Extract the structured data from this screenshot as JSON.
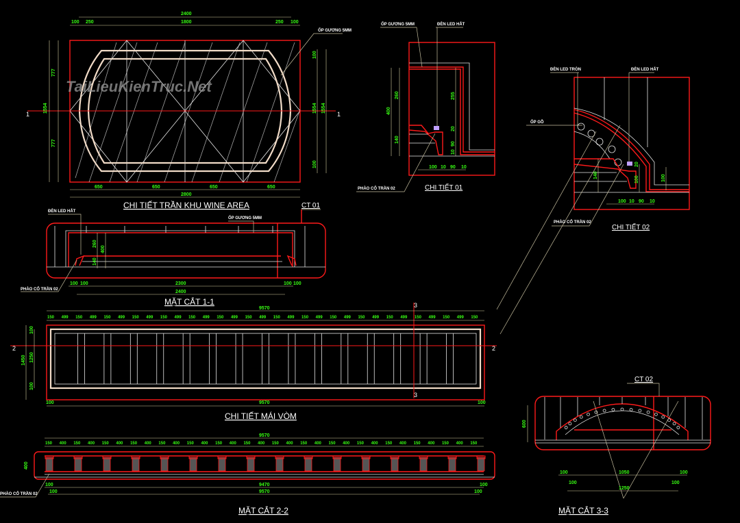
{
  "watermark": "TaiLieuKienTruc.Net",
  "colors": {
    "background": "#000000",
    "outline": "#ff1a1a",
    "dimension_text": "#39ff14",
    "lines": "#e8e8e8"
  },
  "plan": {
    "title": "CHI TIẾT TRẦN KHU WINE AREA",
    "mirror_label": "ỐP GƯƠNG 5MM",
    "dim_total_top": "2400",
    "dims_top": [
      "100",
      "250",
      "1800",
      "250",
      "100"
    ],
    "dims_bottom": [
      "650",
      "650",
      "650",
      "650"
    ],
    "dim_total_bottom": "2800",
    "dims_left": [
      "777",
      "777"
    ],
    "dim_left_total": "1554",
    "dims_right": [
      "100",
      "1554",
      "100"
    ],
    "dim_right_total": "1554",
    "section_marker": "1"
  },
  "detail01": {
    "title": "CHI TIẾT 01",
    "labels": {
      "mirror": "ỐP GƯƠNG 5MM",
      "led": "ĐÈN LED HẮT",
      "cornice": "PHÀO CỔ TRẦN 02"
    },
    "dims_vertical": [
      "400",
      "260",
      "140",
      "255",
      "20",
      "90",
      "10"
    ],
    "dims_bottom": [
      "100",
      "10",
      "90",
      "10"
    ]
  },
  "detail02": {
    "title": "CHI TIẾT 02",
    "labels": {
      "round_led": "ĐÈN LED TRÒN",
      "led": "ĐÈN LED HẮT",
      "wood": "ỐP GỖ",
      "cornice": "PHÀO CỔ TRẦN 02"
    },
    "dims_vertical": [
      "140",
      "20",
      "100",
      "100"
    ],
    "dims_bottom": [
      "100",
      "10",
      "90",
      "10"
    ]
  },
  "section11": {
    "title": "MẶT CẮT 1-1",
    "callout": "CT 01",
    "labels": {
      "led": "ĐÈN LED HẮT",
      "mirror": "ỐP GƯƠNG 5MM",
      "cornice": "PHÀO CỔ TRẦN 02"
    },
    "dims_vertical": [
      "260",
      "400",
      "140"
    ],
    "dims_row1": [
      "100",
      "100",
      "2300",
      "100",
      "100"
    ],
    "dim_total": "2400"
  },
  "vault": {
    "title": "CHI TIẾT MÁI VÒM",
    "dim_total_top": "9570",
    "dims_top": [
      "150",
      "499",
      "150",
      "499",
      "150",
      "499",
      "150",
      "499",
      "150",
      "499",
      "150",
      "499",
      "150",
      "499",
      "150",
      "499",
      "150",
      "499",
      "150",
      "499",
      "150",
      "499",
      "150",
      "499",
      "150",
      "499",
      "150",
      "499",
      "150",
      "499",
      "150"
    ],
    "dims_left": [
      "100",
      "1250",
      "100"
    ],
    "dim_left_total": "1450",
    "dims_bottom": [
      "100",
      "9570",
      "100"
    ],
    "marker_2": "2",
    "marker_3": "3"
  },
  "section22": {
    "title": "MẶT CẮT 2-2",
    "dim_total_top": "9570",
    "dims_top": [
      "150",
      "400",
      "150",
      "400",
      "150",
      "400",
      "150",
      "400",
      "150",
      "400",
      "150",
      "400",
      "150",
      "400",
      "150",
      "400",
      "150",
      "400",
      "150",
      "400",
      "150",
      "400",
      "150",
      "400",
      "150",
      "400",
      "150",
      "400",
      "150",
      "400",
      "150"
    ],
    "dim_left": "400",
    "dims_bottom1": [
      "100",
      "9470",
      "100"
    ],
    "dims_bottom2": [
      "100",
      "9570",
      "100"
    ],
    "cornice_label": "PHÀO CỔ TRẦN 02"
  },
  "section33": {
    "title": "MẶT CẮT 3-3",
    "callout": "CT 02",
    "dim_left": "600",
    "dims_row1": [
      "100",
      "1050",
      "100"
    ],
    "dims_row2": [
      "100",
      "100"
    ],
    "dim_total": "1250"
  }
}
